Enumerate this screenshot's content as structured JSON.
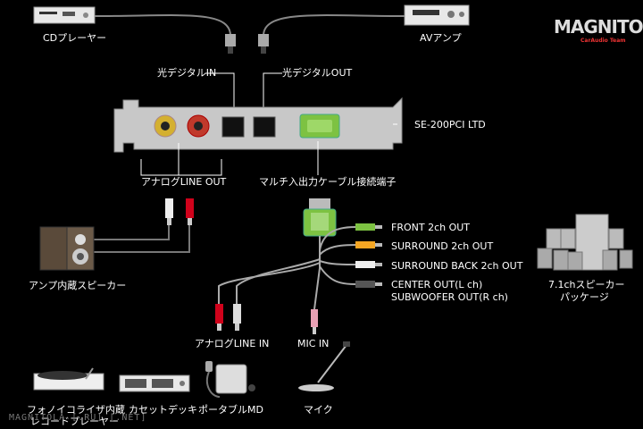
{
  "brand": {
    "name": "MAGNITOLA",
    "tagline": "CarAudio Team",
    "watermark": "MAGNITOLA [.RU] [.NET]"
  },
  "devices": {
    "cd_player": "CDプレーヤー",
    "av_amp": "AVアンプ",
    "card": "SE-200PCI LTD",
    "amp_speaker": "アンプ内蔵スピーカー",
    "speaker_pkg_line1": "7.1chスピーカー",
    "speaker_pkg_line2": "パッケージ",
    "turntable_line1": "フォノイコライザ内蔵",
    "turntable_line2": "レコードプレーヤー",
    "cassette": "カセットデッキ",
    "portable_md": "ポータブルMD",
    "mic": "マイク"
  },
  "ports": {
    "optical_in": "光デジタルIN",
    "optical_out": "光デジタルOUT",
    "analog_line_out": "アナログLINE OUT",
    "multi_io": "マルチ入出力ケーブル接続端子",
    "analog_line_in": "アナログLINE IN",
    "mic_in": "MIC IN"
  },
  "outputs": {
    "front": "FRONT 2ch OUT",
    "surround": "SURROUND 2ch OUT",
    "surround_back": "SURROUND BACK 2ch OUT",
    "center": "CENTER OUT(L ch)",
    "subwoofer": "SUBWOOFER OUT(R ch)"
  },
  "colors": {
    "green_jack": "#7dc242",
    "orange_jack": "#f5a623",
    "red_jack": "#d0021b",
    "gold": "#c9a227",
    "pink": "#e8a0b4"
  }
}
